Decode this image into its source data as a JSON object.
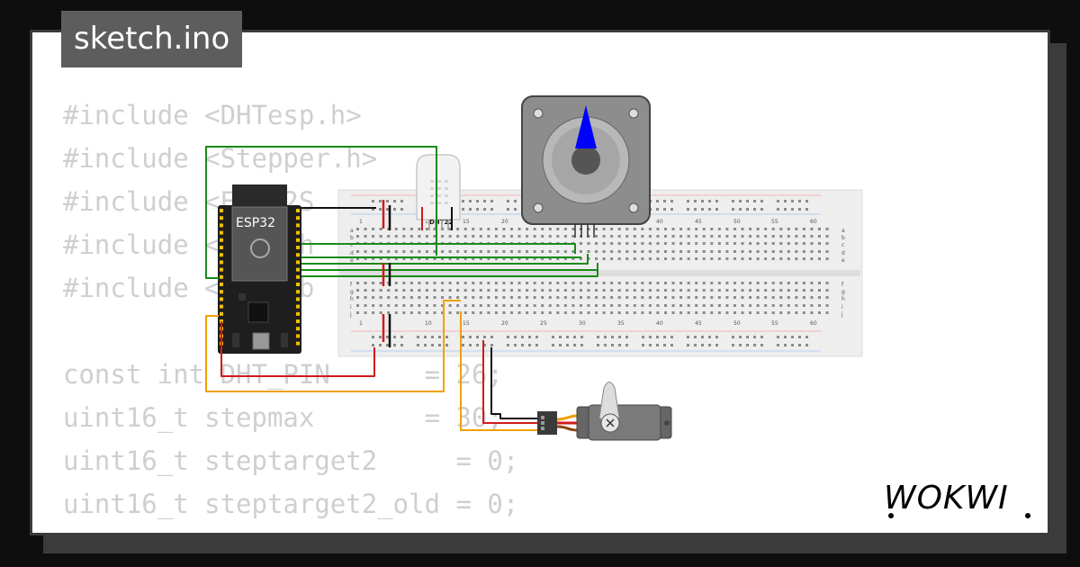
{
  "file_tab": {
    "label": "sketch.ino"
  },
  "code_lines": [
    "#include <DHTesp.h>",
    "#include <Stepper.h>",
    "#include <ESP32S",
    "#include <    .h",
    "#include <    ub",
    "",
    "const int DHT_PIN      = 26;",
    "uint16_t stepmax       = 30;",
    "uint16_t steptarget2     = 0;",
    "uint16_t steptarget2_old = 0;"
  ],
  "components": {
    "esp32_label": "ESP32",
    "dht_label": "DHT22",
    "breadboard_numbers": [
      "1",
      "10",
      "15",
      "20",
      "25",
      "30",
      "35",
      "40",
      "45",
      "50",
      "55",
      "60"
    ],
    "breadboard_rows_top": [
      "a",
      "b",
      "c",
      "d",
      "e"
    ],
    "breadboard_rows_bottom": [
      "f",
      "g",
      "h",
      "i",
      "j"
    ]
  },
  "logo": {
    "text": "WOKWI"
  },
  "colors": {
    "background": "#0e0e0e",
    "card": "#ffffff",
    "frame": "#3b3b3b",
    "code_text": "#cfcfcf",
    "wire_green": "#1a8a1a",
    "wire_red": "#d11a1a",
    "wire_black": "#111111",
    "wire_orange": "#f0a000",
    "compass_needle": "#0000ff"
  }
}
